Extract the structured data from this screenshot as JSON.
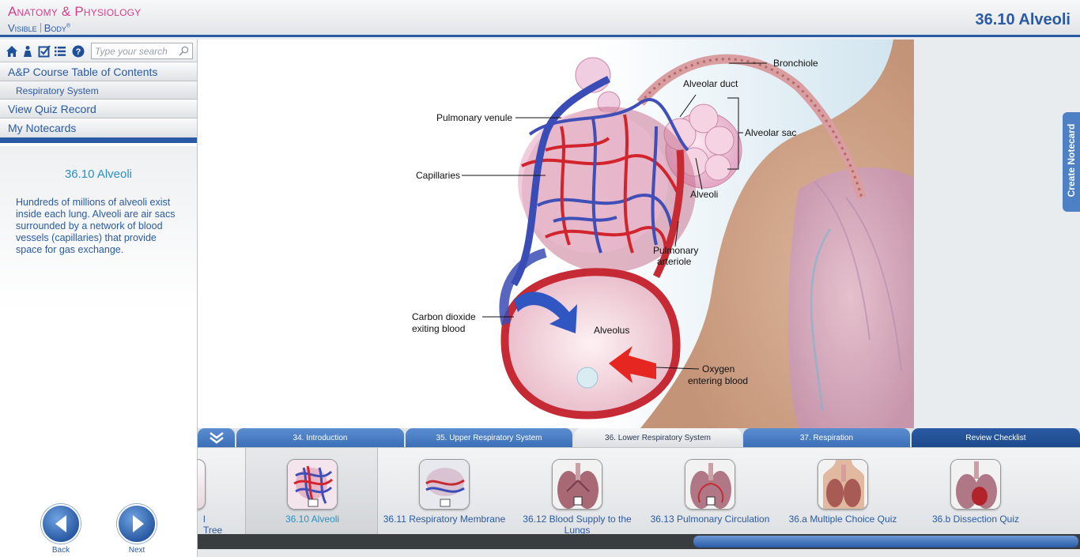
{
  "header": {
    "logo_line1_a": "Anatomy",
    "logo_line1_amp": " & ",
    "logo_line1_b": "Physiology",
    "logo_line2_a": "Visible",
    "logo_line2_b": "Body",
    "logo_mark": "®",
    "page_title": "36.10 Alveoli"
  },
  "toolbar": {
    "icons": [
      "home-icon",
      "person-icon",
      "checkbox-icon",
      "list-icon",
      "help-icon"
    ],
    "search_placeholder": "Type your search"
  },
  "sidebar": {
    "toc_label": "A&P Course Table of Contents",
    "toc_sub": "Respiratory System",
    "quiz_label": "View Quiz Record",
    "notecards_label": "My Notecards",
    "desc_title": "36.10 Alveoli",
    "desc_text": "Hundreds of millions of alveoli exist inside each lung. Alveoli are air sacs surrounded by a network of blood vessels (capillaries) that provide space for gas exchange.",
    "back_label": "Back",
    "next_label": "Next"
  },
  "illustration": {
    "labels": {
      "bronchiole": "Bronchiole",
      "alveolar_duct": "Alveolar duct",
      "pulmonary_venule": "Pulmonary venule",
      "alveolar_sac": "Alveolar sac",
      "capillaries": "Capillaries",
      "alveoli": "Alveoli",
      "pulmonary_arteriole_1": "Pulmonary",
      "pulmonary_arteriole_2": "arteriole",
      "co2_1": "Carbon dioxide",
      "co2_2": "exiting blood",
      "alveolus": "Alveolus",
      "o2_1": "Oxygen",
      "o2_2": "entering blood"
    }
  },
  "create_notecard": "Create Notecard",
  "tabs": [
    {
      "label": "34. Introduction"
    },
    {
      "label": "35. Upper Respiratory System"
    },
    {
      "label": "36. Lower Respiratory System"
    },
    {
      "label": "37. Respiration"
    },
    {
      "label": "Review Checklist"
    }
  ],
  "thumbnails": [
    {
      "label": "l Tree"
    },
    {
      "label": "36.10 Alveoli"
    },
    {
      "label": "36.11 Respiratory Membrane"
    },
    {
      "label": "36.12 Blood Supply to the Lungs"
    },
    {
      "label": "36.13 Pulmonary Circulation"
    },
    {
      "label": "36.a Multiple Choice Quiz"
    },
    {
      "label": "36.b Dissection Quiz"
    }
  ],
  "colors": {
    "brand_blue": "#2a5aa3",
    "brand_pink": "#d4408a",
    "accent_teal": "#2d8fc4"
  }
}
